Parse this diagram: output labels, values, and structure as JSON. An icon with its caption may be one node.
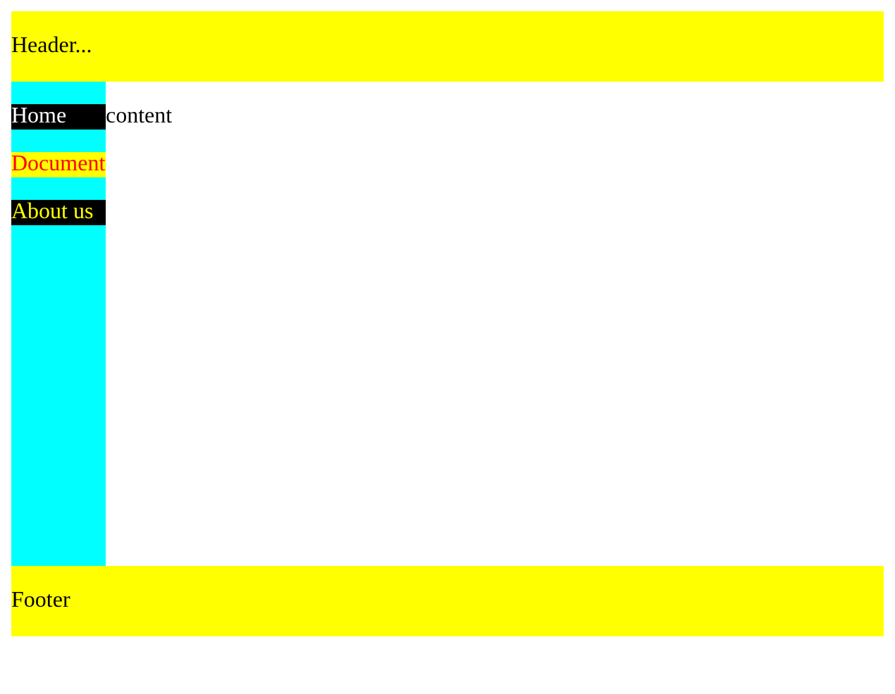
{
  "diagram": {
    "nodes": [
      {
        "text": [
          "Header..."
        ]
      },
      {
        "text": [],
        "shape": "bar"
      },
      {
        "text": [
          "Home"
        ],
        "in": 1
      },
      {
        "text": [
          "Document"
        ],
        "in": 1
      },
      {
        "text": [
          "About us"
        ],
        "in": 1
      },
      {
        "text": [
          "content"
        ]
      },
      {
        "text": [
          "Footer"
        ]
      }
    ]
  }
}
